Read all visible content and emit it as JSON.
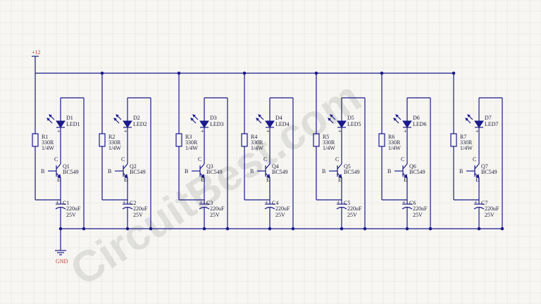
{
  "supply_label": "+12",
  "ground_label": "GND",
  "watermark": "CircuitBest.com",
  "stages": [
    {
      "r_ref": "R1",
      "r_value": "330R",
      "r_power": "1/4W",
      "d_ref": "D1",
      "led_label": "LED1",
      "q_ref": "Q1",
      "q_type": "BC549",
      "c_ref": "C1",
      "c_value": "220uF",
      "c_voltage": "25V"
    },
    {
      "r_ref": "R2",
      "r_value": "330R",
      "r_power": "1/4W",
      "d_ref": "D2",
      "led_label": "LED2",
      "q_ref": "Q2",
      "q_type": "BC549",
      "c_ref": "C2",
      "c_value": "220uF",
      "c_voltage": "25V"
    },
    {
      "r_ref": "R3",
      "r_value": "330R",
      "r_power": "1/4W",
      "d_ref": "D3",
      "led_label": "LED3",
      "q_ref": "Q3",
      "q_type": "BC549",
      "c_ref": "C3",
      "c_value": "220uF",
      "c_voltage": "25V"
    },
    {
      "r_ref": "R4",
      "r_value": "330R",
      "r_power": "1/4W",
      "d_ref": "D4",
      "led_label": "LED4",
      "q_ref": "Q4",
      "q_type": "BC549",
      "c_ref": "C4",
      "c_value": "220uF",
      "c_voltage": "25V"
    },
    {
      "r_ref": "R5",
      "r_value": "330R",
      "r_power": "1/4W",
      "d_ref": "D5",
      "led_label": "LED5",
      "q_ref": "Q5",
      "q_type": "BC549",
      "c_ref": "C5",
      "c_value": "220uF",
      "c_voltage": "25V"
    },
    {
      "r_ref": "R6",
      "r_value": "330R",
      "r_power": "1/4W",
      "d_ref": "D6",
      "led_label": "LED6",
      "q_ref": "Q6",
      "q_type": "BC549",
      "c_ref": "C6",
      "c_value": "220uF",
      "c_voltage": "25V"
    },
    {
      "r_ref": "R7",
      "r_value": "330R",
      "r_power": "1/4W",
      "d_ref": "D7",
      "led_label": "LED7",
      "q_ref": "Q7",
      "q_type": "BC549",
      "c_ref": "C7",
      "c_value": "220uF",
      "c_voltage": "25V"
    }
  ],
  "pin_labels": {
    "collector": "C",
    "base": "B",
    "emitter": "E",
    "cap_plus": "+"
  },
  "colors": {
    "wire": "#1a1a8c",
    "grid": "#e4e1dc",
    "background": "#f7f6f3",
    "supply_label": "#c0392b"
  }
}
